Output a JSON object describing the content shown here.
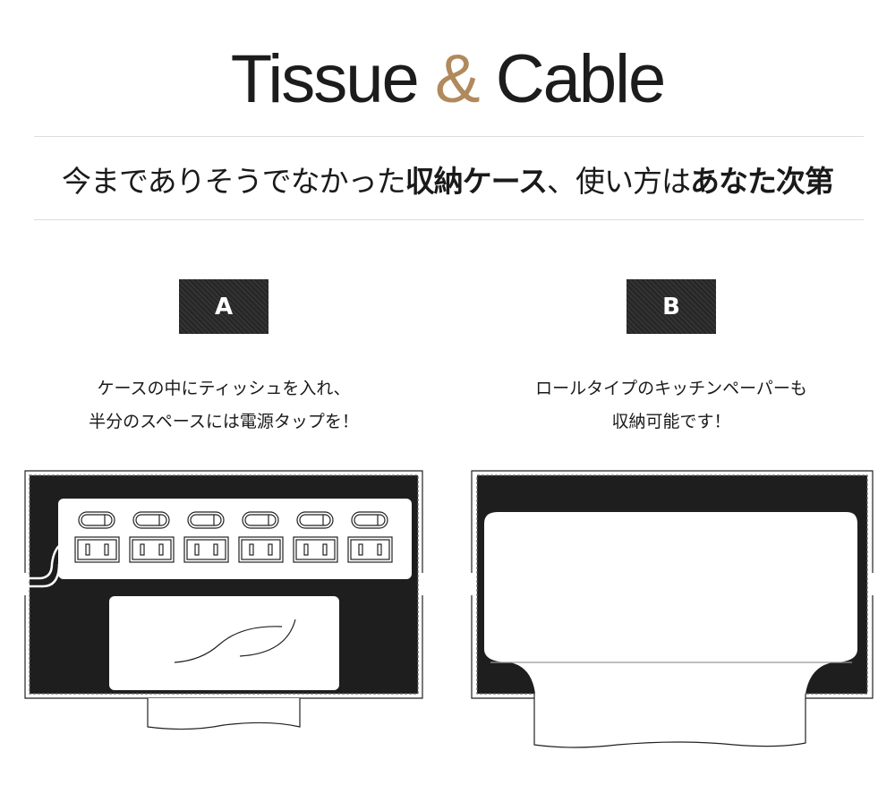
{
  "title": {
    "part1": "Tissue ",
    "amp": "&",
    "part2": " Cable"
  },
  "headline": {
    "seg1": "今までありそうでなかった",
    "seg2": "収納ケース",
    "seg3": "、使い方は",
    "seg4": "あなた次第"
  },
  "options": [
    {
      "badge": "A",
      "line1": "ケースの中にティッシュを入れ、",
      "line2": "半分のスペースには電源タップを！"
    },
    {
      "badge": "B",
      "line1": "ロールタイプのキッチンペーパーも",
      "line2": "収納可能です！"
    }
  ],
  "colors": {
    "accent": "#b08a5c",
    "dark": "#1e1e1e"
  }
}
